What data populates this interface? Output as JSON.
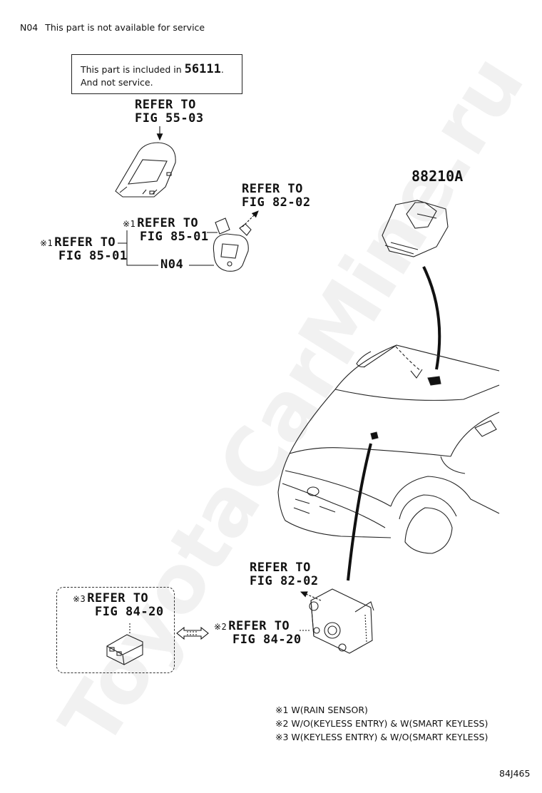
{
  "header": {
    "code": "N04",
    "text": "This part is not available for service"
  },
  "info_box": {
    "line1_prefix": "This part is included in",
    "part_number": "56111",
    "line1_suffix": ".",
    "line2": "And not service."
  },
  "callouts": {
    "refer_55_03": {
      "l1": "REFER TO",
      "l2": "FIG 55-03"
    },
    "refer_82_02_top": {
      "l1": "REFER TO",
      "l2": "FIG 82-02"
    },
    "refer_85_01_inner": {
      "mark": "※1",
      "l1": "REFER TO",
      "l2": "FIG 85-01"
    },
    "refer_85_01_outer": {
      "mark": "※1",
      "l1": "REFER TO",
      "l2": "FIG 85-01"
    },
    "n04": "N04",
    "part_88210a": "88210A",
    "refer_82_02_bottom": {
      "l1": "REFER TO",
      "l2": "FIG 82-02"
    },
    "refer_84_20_inner": {
      "mark": "※2",
      "l1": "REFER TO",
      "l2": "FIG 84-20"
    },
    "refer_84_20_box": {
      "mark": "※3",
      "l1": "REFER TO",
      "l2": "FIG 84-20"
    }
  },
  "legend": [
    "※1 W(RAIN SENSOR)",
    "※2 W/O(KEYLESS ENTRY) & W(SMART KEYLESS)",
    "※3 W(KEYLESS ENTRY) & W/O(SMART KEYLESS)"
  ],
  "figure_code": "84J465",
  "watermark": "ToyotaCarMine.ru",
  "colors": {
    "ink": "#111111",
    "watermark": "#e8e8e8"
  }
}
